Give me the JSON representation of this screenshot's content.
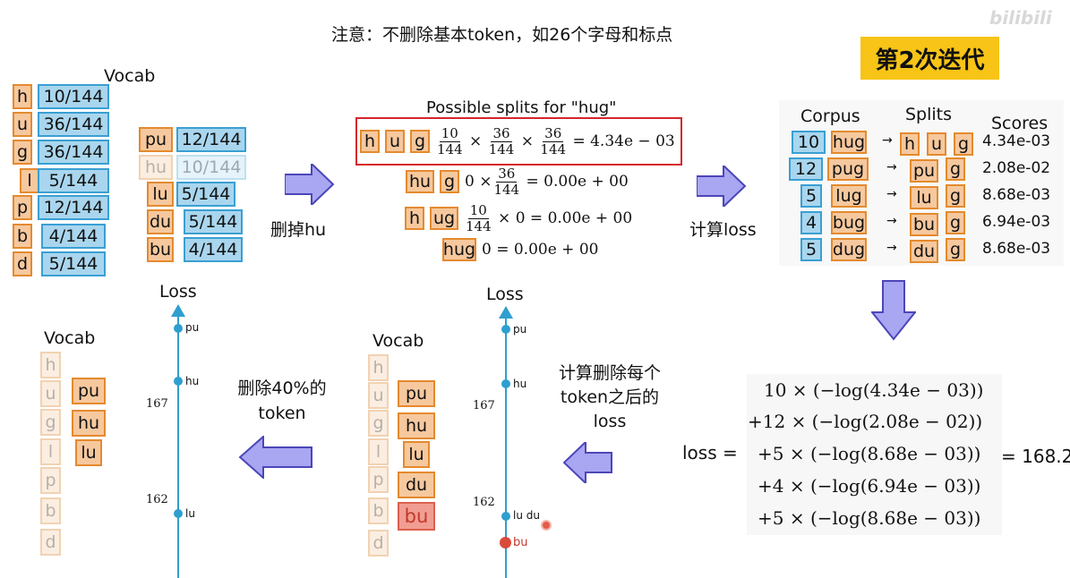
{
  "top_note": "注意：不删除基本token，如26个字母和标点",
  "watermark": "bilibili",
  "iteration_badge": "第2次迭代",
  "vocab_title": "Vocab",
  "vocab_left": [
    {
      "tok": "h",
      "count": "10/144"
    },
    {
      "tok": "u",
      "count": "36/144"
    },
    {
      "tok": "g",
      "count": "36/144"
    },
    {
      "tok": "l",
      "count": "5/144"
    },
    {
      "tok": "p",
      "count": "12/144"
    },
    {
      "tok": "b",
      "count": "4/144"
    },
    {
      "tok": "d",
      "count": "5/144"
    }
  ],
  "vocab_right": [
    {
      "tok": "pu",
      "count": "12/144"
    },
    {
      "tok": "hu",
      "count": "10/144"
    },
    {
      "tok": "lu",
      "count": "5/144"
    },
    {
      "tok": "du",
      "count": "5/144"
    },
    {
      "tok": "bu",
      "count": "4/144"
    }
  ],
  "arrow1_label": "删掉hu",
  "splits_title": "Possible splits for \"hug\"",
  "split1": {
    "toks": [
      "h",
      "u",
      "g"
    ],
    "n1": "10",
    "n2": "36",
    "n3": "36",
    "d": "144",
    "result": "= 4.34e − 03"
  },
  "split2": {
    "toks": [
      "hu",
      "g"
    ],
    "pre": "0 ×",
    "n": "36",
    "d": "144",
    "result": "= 0.00e + 00"
  },
  "split3": {
    "toks": [
      "h",
      "ug"
    ],
    "n": "10",
    "d": "144",
    "post": "× 0 = 0.00e + 00"
  },
  "split4": {
    "toks": [
      "hug"
    ],
    "expr": "0 = 0.00e + 00"
  },
  "arrow2_label": "计算loss",
  "corpus_header": "Corpus",
  "splits_header": "Splits",
  "scores_header": "Scores",
  "corpus_rows": [
    {
      "count": "10",
      "word": "hug",
      "split": [
        "h",
        "u",
        "g"
      ],
      "score": "4.34e-03"
    },
    {
      "count": "12",
      "word": "pug",
      "split": [
        "pu",
        "g"
      ],
      "score": "2.08e-02"
    },
    {
      "count": "5",
      "word": "lug",
      "split": [
        "lu",
        "g"
      ],
      "score": "8.68e-03"
    },
    {
      "count": "4",
      "word": "bug",
      "split": [
        "bu",
        "g"
      ],
      "score": "6.94e-03"
    },
    {
      "count": "5",
      "word": "dug",
      "split": [
        "du",
        "g"
      ],
      "score": "8.68e-03"
    }
  ],
  "loss_label": "loss =",
  "loss_rows": [
    "10 × (−log(4.34e − 03))",
    "+12 × (−log(2.08e − 02))",
    "+5 × (−log(8.68e − 03))",
    "+4 × (−log(6.94e − 03))",
    "+5 × (−log(8.68e − 03))"
  ],
  "loss_result": "= 168.2",
  "arrow3_label": "计算删除每个token之后的loss",
  "loss_axis_title": "Loss",
  "mid_axis": {
    "tick_high": "167",
    "tick_low": "162",
    "points": [
      "pu",
      "hu",
      "lu du",
      "bu"
    ]
  },
  "mid_vocab": {
    "title": "Vocab",
    "base": [
      "h",
      "u",
      "g",
      "l",
      "p",
      "b",
      "d"
    ],
    "merged": [
      "pu",
      "hu",
      "lu",
      "du",
      "bu"
    ]
  },
  "arrow4_label": "删除40%的token",
  "left_axis": {
    "tick_high": "167",
    "tick_low": "162",
    "points": [
      "pu",
      "hu",
      "lu"
    ]
  },
  "left_vocab": {
    "title": "Vocab",
    "base": [
      "h",
      "u",
      "g",
      "l",
      "p",
      "b",
      "d"
    ],
    "merged": [
      "pu",
      "hu",
      "lu"
    ]
  }
}
